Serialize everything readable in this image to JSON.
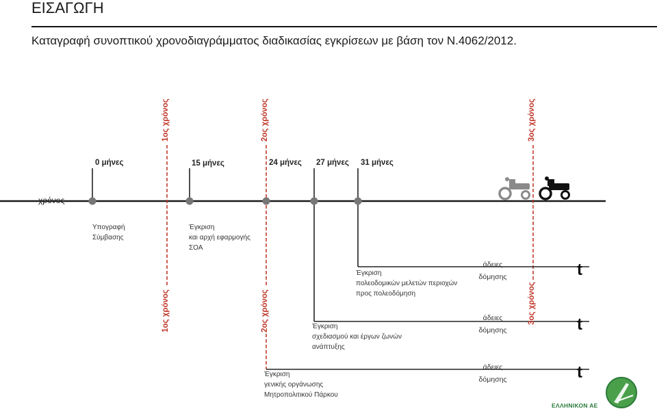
{
  "header": {
    "title": "ΕΙΣΑΓΩΓΗ",
    "subtitle": "Καταγραφή συνοπτικού χρονοδιαγράμματος διαδικασίας εγκρίσεων με βάση τον Ν.4062/2012."
  },
  "timeline": {
    "axis_label": "χρόνος",
    "months": [
      "0 μήνες",
      "15 μήνες",
      "24 μήνες",
      "27 μήνες",
      "31 μήνες"
    ],
    "year_labels": [
      "1ος χρόνος",
      "2ος χρόνος",
      "3ος χρόνος"
    ]
  },
  "milestones": {
    "m0": [
      "Υπογραφή",
      "Σύμβασης"
    ],
    "m15": [
      "Έγκριση",
      "και αρχή εφαρμογής",
      "ΣΟΑ"
    ],
    "m24": [
      "Έγκριση",
      "γενικής οργάνωσης",
      "Μητροπολιτικού Πάρκου"
    ],
    "m27": [
      "Έγκριση",
      "σχεδιασμού και έργων ζωνών",
      "ανάπτυξης"
    ],
    "m31": [
      "Έγκριση",
      "πολεοδομικών μελετών περιοχών",
      "προς πολεοδόμηση"
    ]
  },
  "permits": {
    "line1": "άδειες",
    "line2": "δόμησης",
    "t_symbol": "t"
  },
  "icons": [
    "tractor-grey-icon",
    "tractor-black-icon",
    "hellinikon-logo-icon"
  ],
  "brand": "ΕΛΛΗΝΙΚΟΝ ΑΕ",
  "colors": {
    "accent_red": "#c0392b",
    "node_grey": "#777777",
    "brand_green": "#2a7a3a"
  }
}
